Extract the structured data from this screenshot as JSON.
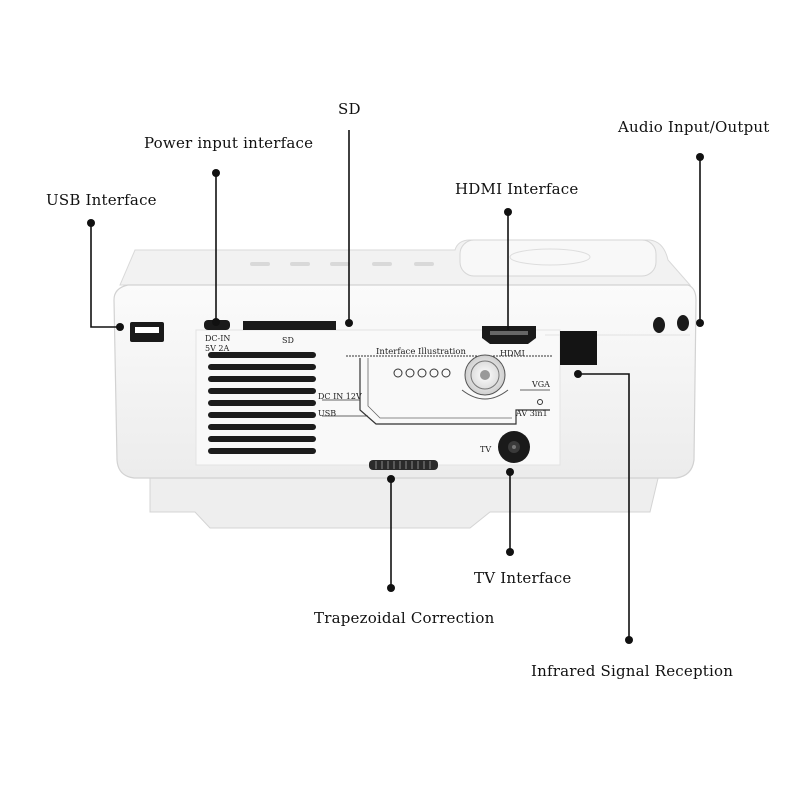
{
  "callouts": {
    "sd": "SD",
    "power_input": "Power input interface",
    "audio": "Audio Input/Output",
    "usb": "USB Interface",
    "hdmi": "HDMI Interface",
    "tv": "TV Interface",
    "trapezoidal": "Trapezoidal Correction",
    "infrared": "Infrared Signal Reception"
  },
  "panel_labels": {
    "dc_in_line1": "DC-IN",
    "dc_in_line2": "5V 2A",
    "sd": "SD",
    "hdmi": "HDMI",
    "interface_illustration": "Interface Illustration",
    "dc_in_12v": "DC IN 12V",
    "usb": "USB",
    "vga": "VGA",
    "av_3in1": "AV 3in1",
    "tv": "TV"
  },
  "colors": {
    "body": "#f4f4f4",
    "port": "#1a1a1a",
    "line": "#111111"
  }
}
